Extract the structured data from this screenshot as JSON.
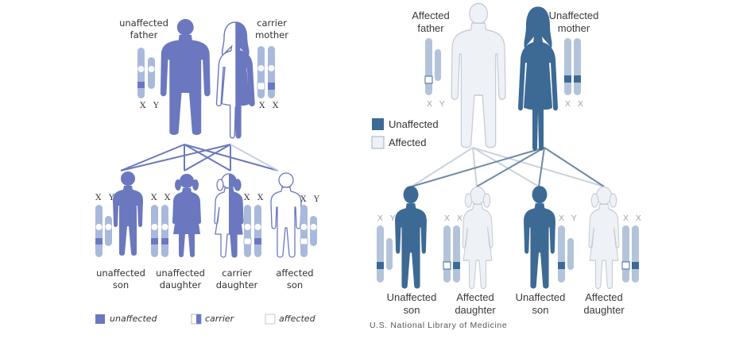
{
  "left_panel": {
    "father_label": "unaffected\nfather",
    "mother_label": "carrier\nmother",
    "father_chrom": "X Y",
    "mother_chrom": "X X",
    "children": [
      {
        "label": "unaffected\nson",
        "chrom": "X Y"
      },
      {
        "label": "unaffected\ndaughter",
        "chrom": "X X"
      },
      {
        "label": "carrier\ndaughter",
        "chrom": "X X"
      },
      {
        "label": "affected\nson",
        "chrom": "X Y"
      }
    ],
    "legend": [
      {
        "label": "unaffected"
      },
      {
        "label": "carrier"
      },
      {
        "label": "affected"
      }
    ],
    "colors": {
      "figure": "#6b78bf",
      "chromosome": "#a9b9dc",
      "band": "#6b78bf",
      "line": "#6b78bf"
    }
  },
  "right_panel": {
    "father_label": "Affected\nfather",
    "mother_label": "Unaffected\nmother",
    "father_chrom": "X Y",
    "mother_chrom": "X X",
    "legend": [
      {
        "label": "Unaffected"
      },
      {
        "label": "Affected"
      }
    ],
    "children": [
      {
        "label": "Unaffected\nson",
        "chrom": "X Y"
      },
      {
        "label": "Affected\ndaughter",
        "chrom": "X X"
      },
      {
        "label": "Unaffected\nson",
        "chrom": "X Y"
      },
      {
        "label": "Affected\ndaughter",
        "chrom": "X X"
      }
    ],
    "credit": "U.S. National Library of Medicine",
    "colors": {
      "figure": "#3d6a94",
      "light": "#eef1f6",
      "outline": "#c4ccd6",
      "chromosome": "#b3c4da",
      "band": "#3d6a94",
      "line": "#6f8aa6"
    }
  }
}
